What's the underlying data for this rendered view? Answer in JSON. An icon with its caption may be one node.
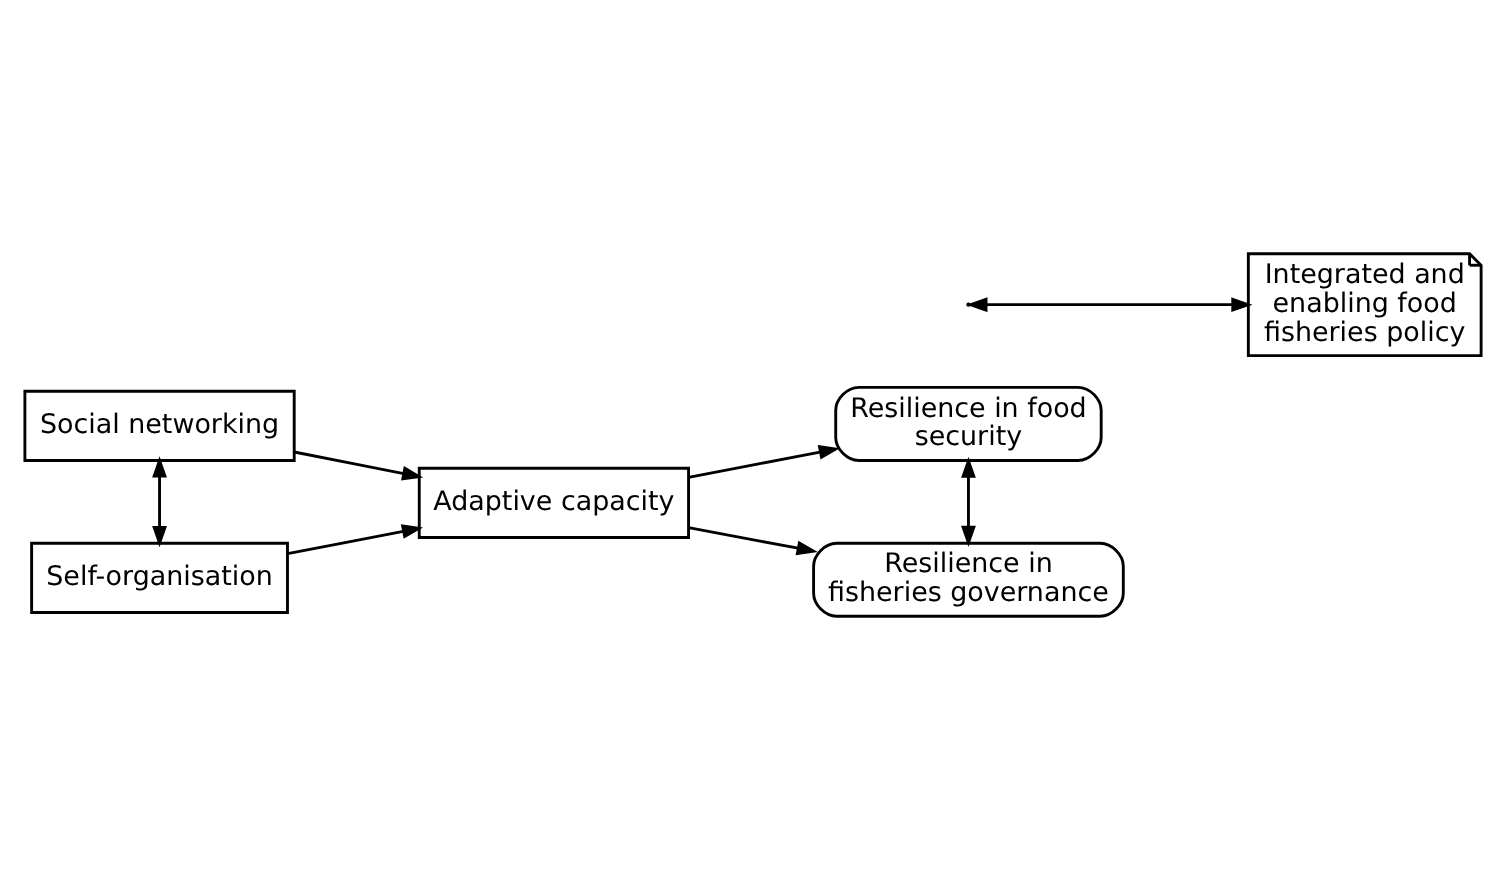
{
  "diagram": {
    "nodes": [
      {
        "text": [
          "Social networking"
        ]
      },
      {
        "text": [
          "Adaptive capacity"
        ]
      },
      {
        "text": [
          "Self-organisation"
        ]
      },
      {
        "text": [
          "Resilience in food security"
        ]
      },
      {
        "text": [
          "Resilience in fisheries governance"
        ]
      },
      {
        "text": [
          "Integrated and enabling food fisheries policy"
        ]
      }
    ],
    "edges": [
      {
        "from": 0,
        "to": 2,
        "arrow": "both"
      },
      {
        "from": 0,
        "to": 1,
        "arrow": "to"
      },
      {
        "from": 2,
        "to": 1,
        "arrow": "to"
      },
      {
        "from": 1,
        "to": 3,
        "arrow": "to"
      },
      {
        "from": 1,
        "to": 4,
        "arrow": "to"
      },
      {
        "from": 3,
        "to": 4,
        "arrow": "both"
      },
      {
        "from": null,
        "to": 5,
        "arrow": "both"
      }
    ]
  }
}
